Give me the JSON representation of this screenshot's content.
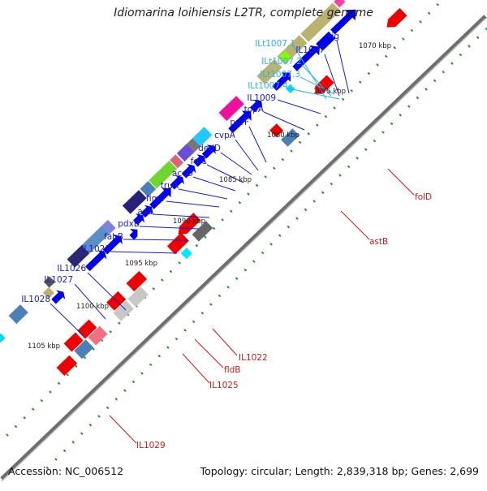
{
  "title": "Idiomarina loihiensis L2TR, complete genome",
  "footer": {
    "accession": "Accession: NC_006512",
    "info": "Topology: circular; Length: 2,839,318 bp; Genes: 2,699"
  },
  "colors": {
    "backbone": "#7a7a7a",
    "tick": "#2e8b2e",
    "forward_label": "#1a1ad0",
    "rna_label": "#27b5e8",
    "reverse_label": "#d01818",
    "kbp_label": "#222222"
  },
  "kbp_labels": [
    "1070 kbp",
    "1075 kbp",
    "1080 kbp",
    "1085 kbp",
    "1090 kbp",
    "1095 kbp",
    "1100 kbp",
    "1105 kbp"
  ],
  "gene_labels_forward": [
    "tig",
    "IL1007",
    "IL1009",
    "topA",
    "purF",
    "cvpA",
    "dedD",
    "folC",
    "accD",
    "truA",
    "fimV",
    "asd",
    "pdxB",
    "fabB",
    "IL1023",
    "IL1026",
    "IL1027",
    "IL1028"
  ],
  "gene_labels_rna": [
    "ILt1007.1",
    "ILt1007.2",
    "ILt1007.3",
    "ILt1007.4"
  ],
  "gene_labels_reverse": [
    "folD",
    "astB",
    "IL1022",
    "fldB",
    "IL1025",
    "IL1029"
  ]
}
